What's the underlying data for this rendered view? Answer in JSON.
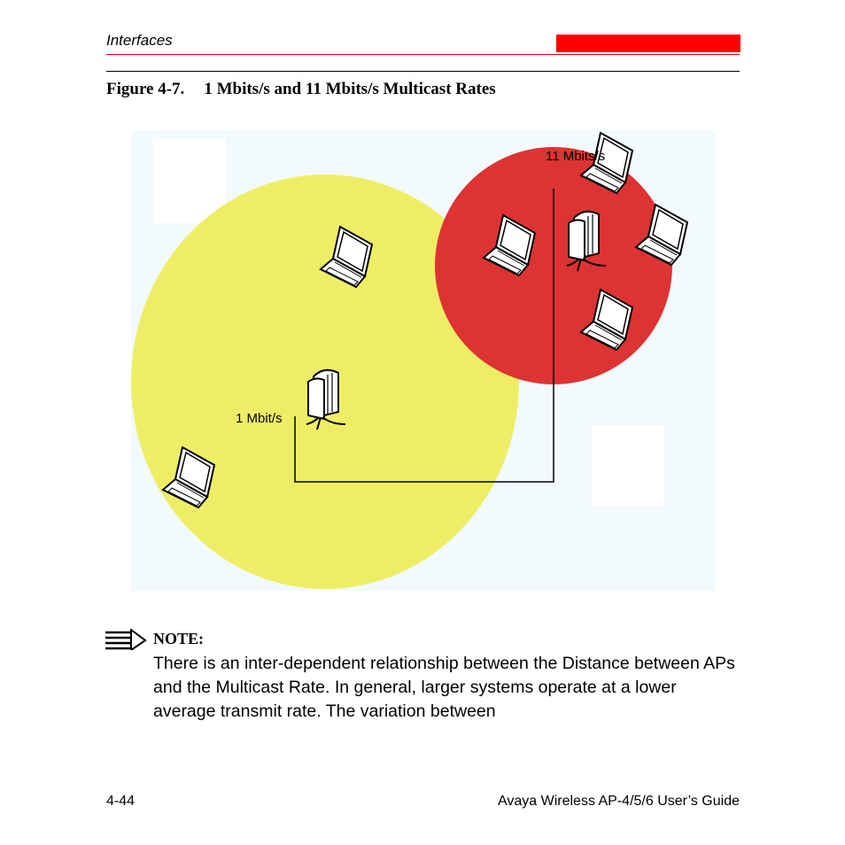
{
  "header": {
    "section_title": "Interfaces",
    "accent_color": "#ff0000"
  },
  "figure": {
    "caption_number": "Figure 4-7.",
    "caption_text": "1 Mbits/s and 11 Mbits/s Multicast Rates",
    "label_11": "11 Mbits/s",
    "label_1": "1 Mbit/s",
    "colors": {
      "yellow_cell": "#eeee66",
      "red_cell": "#dd3333",
      "background": "#f3fafd"
    }
  },
  "note": {
    "label": "NOTE:",
    "text": "There is an inter-dependent relationship between the Distance between APs and the Multicast Rate. In general, larger systems operate at a lower average transmit rate. The variation between"
  },
  "footer": {
    "page_number": "4-44",
    "doc_title": "Avaya Wireless AP-4/5/6 User’s Guide"
  }
}
